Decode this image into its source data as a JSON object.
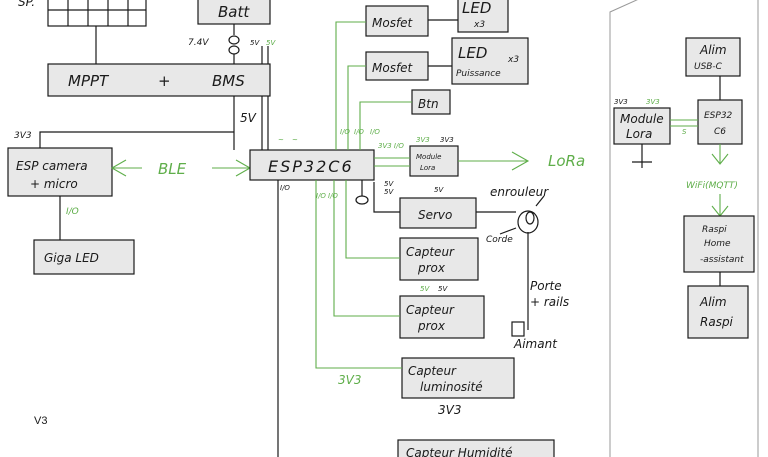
{
  "blocks": {
    "sp": "SP.",
    "batt": "Batt",
    "mosfet1": "Mosfet",
    "led1": "LED",
    "led1_sub": "x3",
    "mosfet2": "Mosfet",
    "led2": "LED",
    "led2_x": "x3",
    "led2_sub": "Puissance",
    "btn": "Btn",
    "mppt": "MPPT",
    "plus": "+",
    "bms": "BMS",
    "esp_cam_1": "ESP camera",
    "esp_cam_2": "+ micro",
    "esp32c6": "ESP32C6",
    "module_lora_1": "Module",
    "module_lora_2": "Lora",
    "giga_led": "Giga LED",
    "servo": "Servo",
    "capteur_prox1_1": "Capteur",
    "capteur_prox1_2": "prox",
    "capteur_prox2_1": "Capteur",
    "capteur_prox2_2": "prox",
    "capteur_lum_1": "Capteur",
    "capteur_lum_2": "luminosité",
    "capteur_bottom": "Capteur Humidité",
    "alim_usbc_1": "Alim",
    "alim_usbc_2": "USB-C",
    "esp32c6_right_1": "ESP32",
    "esp32c6_right_2": "C6",
    "module_lora_r_1": "Module",
    "module_lora_r_2": "Lora",
    "raspi_ha_1": "Raspi",
    "raspi_ha_2": "Home",
    "raspi_ha_3": "-assistant",
    "alim_raspi_1": "Alim",
    "alim_raspi_2": "Raspi"
  },
  "labels": {
    "v74": "7.4V",
    "v5_batt": "5V",
    "v5_batt_g": "5V",
    "v5_mppt": "5V",
    "v3v3_esp": "3V3",
    "io_left": "I/O",
    "ble": "BLE",
    "lora": "LoRa",
    "v3v3_lora_g": "3V3",
    "v3v3_lora_b": "3V3",
    "v5_servo": "5V",
    "v5_prox": "5V",
    "v3v3_lum_g": "3V3",
    "v3v3_lum_b": "3V3",
    "io_esp": "I/O",
    "enrouleur": "enrouleur",
    "corde": "Corde",
    "porte_1": "Porte",
    "porte_2": "+ rails",
    "aimant": "Aimant",
    "version": "V3",
    "v3v3_r_b": "3V3",
    "v3v3_r_g": "3V3",
    "s_r": "S",
    "wifi": "WiFi(MQTT)"
  }
}
